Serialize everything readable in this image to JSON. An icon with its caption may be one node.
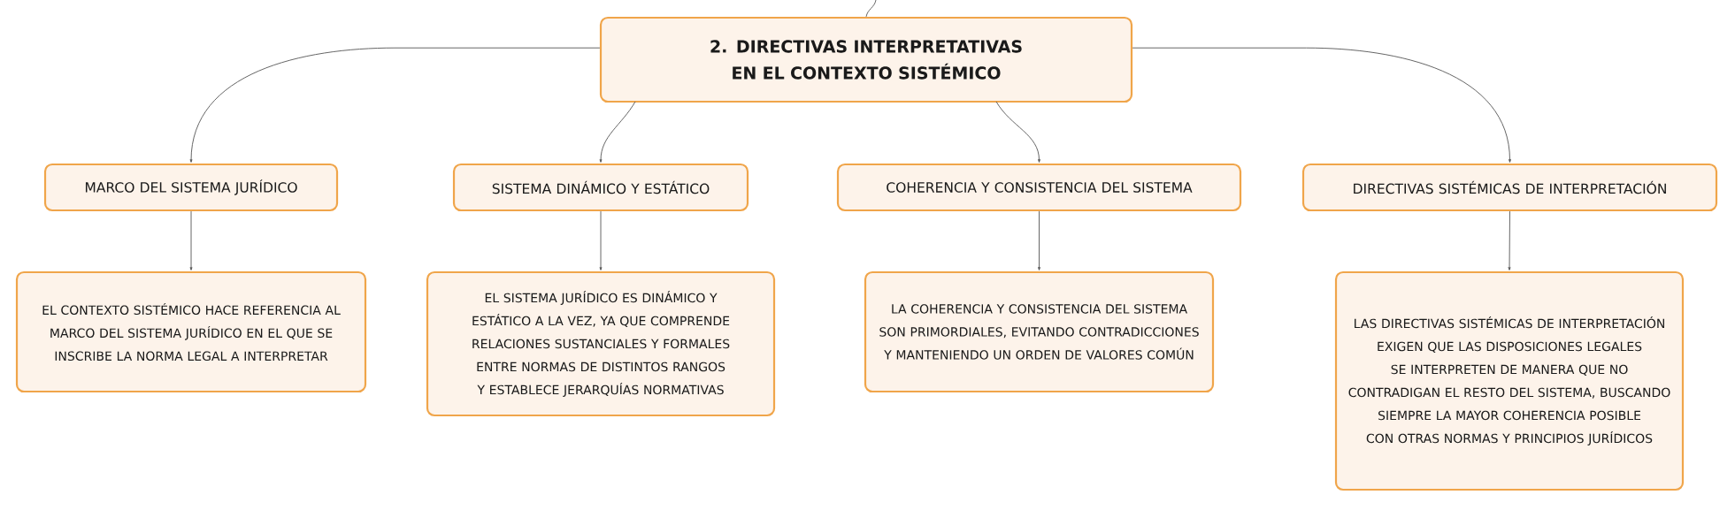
{
  "diagram": {
    "nodes": [
      {
        "text": [
          "2. DIRECTIVAS INTERPRETATIVAS EN EL CONTEXTO SISTÉMICO"
        ]
      },
      {
        "text": [
          "MARCO DEL SISTEMA JURÍDICO"
        ]
      },
      {
        "text": [
          "SISTEMA DINÁMICO Y ESTÁTICO"
        ]
      },
      {
        "text": [
          "COHERENCIA Y CONSISTENCIA DEL SISTEMA"
        ]
      },
      {
        "text": [
          "DIRECTIVAS SISTÉMICAS DE INTERPRETACIÓN"
        ]
      },
      {
        "text": [
          "EL CONTEXTO SISTÉMICO HACE REFERENCIA AL MARCO DEL SISTEMA JURÍDICO EN EL QUE SE INSCRIBE LA NORMA LEGAL A INTERPRETAR"
        ]
      },
      {
        "text": [
          "EL SISTEMA JURÍDICO ES DINÁMICO Y ESTÁTICO A LA VEZ, YA QUE COMPRENDE RELACIONES SUSTANCIALES Y FORMALES ENTRE NORMAS DE DISTINTOS RANGOS Y ESTABLECE JERARQUÍAS NORMATIVAS"
        ]
      },
      {
        "text": [
          "LA COHERENCIA Y CONSISTENCIA DEL SISTEMA SON PRIMORDIALES, EVITANDO CONTRADICCIONES Y MANTENIENDO UN ORDEN DE VALORES COMÚN"
        ]
      },
      {
        "text": [
          "LAS DIRECTIVAS SISTÉMICAS DE INTERPRETACIÓN EXIGEN QUE LAS DISPOSICIONES LEGALES SE INTERPRETEN DE MANERA QUE NO CONTRADIGAN EL RESTO DEL SISTEMA, BUSCANDO SIEMPRE LA MAYOR COHERENCIA POSIBLE CON OTRAS NORMAS Y PRINCIPIOS JURÍDICOS"
        ]
      }
    ],
    "edges": [
      {
        "from": null,
        "to": 0,
        "arrow": "none"
      },
      {
        "from": 0,
        "to": 1,
        "arrow": "to"
      },
      {
        "from": 0,
        "to": 2,
        "arrow": "to"
      },
      {
        "from": 0,
        "to": 3,
        "arrow": "to"
      },
      {
        "from": 0,
        "to": 4,
        "arrow": "to"
      },
      {
        "from": 1,
        "to": 5,
        "arrow": "to"
      },
      {
        "from": 2,
        "to": 6,
        "arrow": "to"
      },
      {
        "from": 3,
        "to": 7,
        "arrow": "to"
      },
      {
        "from": 4,
        "to": 8,
        "arrow": "to"
      }
    ]
  }
}
